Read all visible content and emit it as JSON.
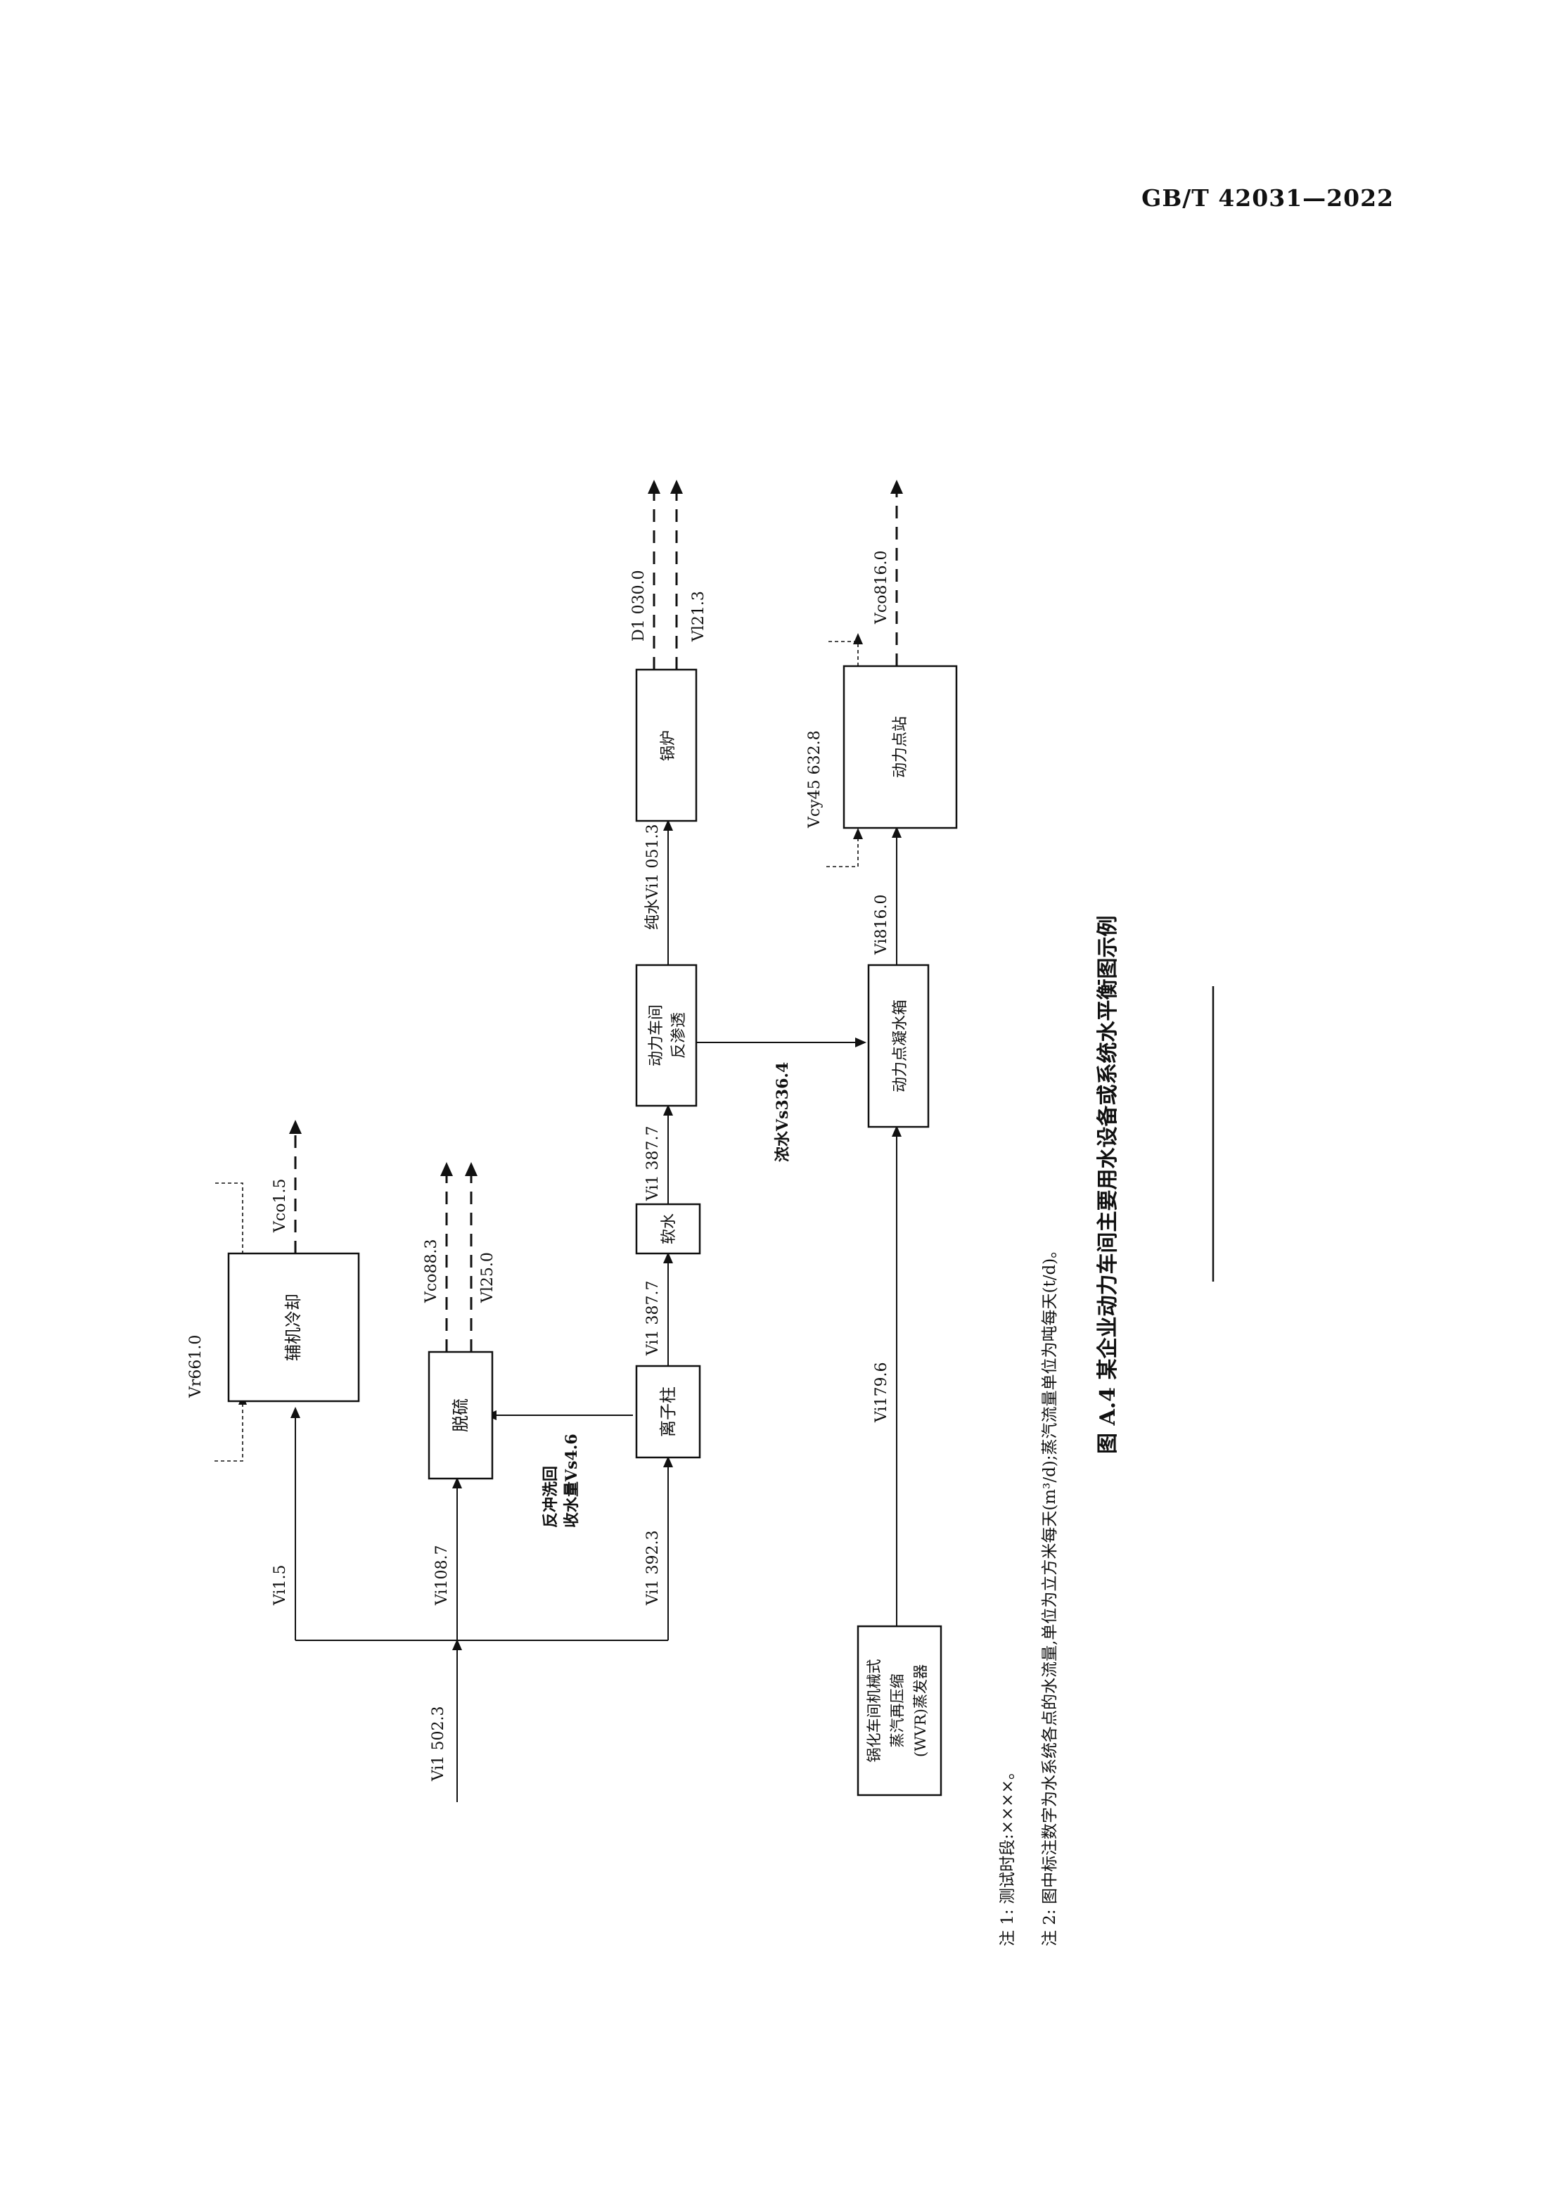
{
  "header": {
    "standard_code": "GB/T 42031—2022"
  },
  "figure": {
    "caption": "图 A.4  某企业动力车间主要用水设备或系统水平衡图示例"
  },
  "notes": [
    "注 1: 测试时段:××××。",
    "注 2: 图中标注数字为水系统各点的水流量,单位为立方米每天(m³/d);蒸汽流量单位为吨每天(t/d)。"
  ],
  "boxes": {
    "aux_cooling": "辅机冷却",
    "desulfurization": "脱硫",
    "ion_exchange": "离子柱",
    "softened_water": "软水",
    "ro_line1": "动力车间",
    "ro_line2": "反渗透",
    "boiler": "锅炉",
    "condensate": "动力点凝水箱",
    "power_point": "动力点站",
    "wvr_line1": "锅化车间机械式",
    "wvr_line2": "蒸汽再压缩",
    "wvr_line3": "(WVR)蒸发器"
  },
  "flows": {
    "inlet": "Vi1 502.3",
    "to_aux": "Vi1.5",
    "to_desulf": "Vi108.7",
    "to_ion": "Vi1 392.3",
    "aux_recirc": "Vr661.0",
    "aux_out": "Vco1.5",
    "desulf_out1": "Vco88.3",
    "desulf_out2": "Vl25.0",
    "backwash_line1": "反冲洗回",
    "backwash_line2": "收水量Vs4.6",
    "ion_to_soft": "Vi1 387.7",
    "soft_to_ro": "Vi1 387.7",
    "ro_to_boiler": "纯水Vi1 051.3",
    "boiler_out1": "D1 030.0",
    "boiler_out2": "Vl21.3",
    "concentrate": "浓水Vs336.4",
    "wvr_flow": "Vi179.6",
    "condensate_to_power": "Vi816.0",
    "power_recirc": "Vcy45 632.8",
    "power_out": "Vco816.0"
  }
}
